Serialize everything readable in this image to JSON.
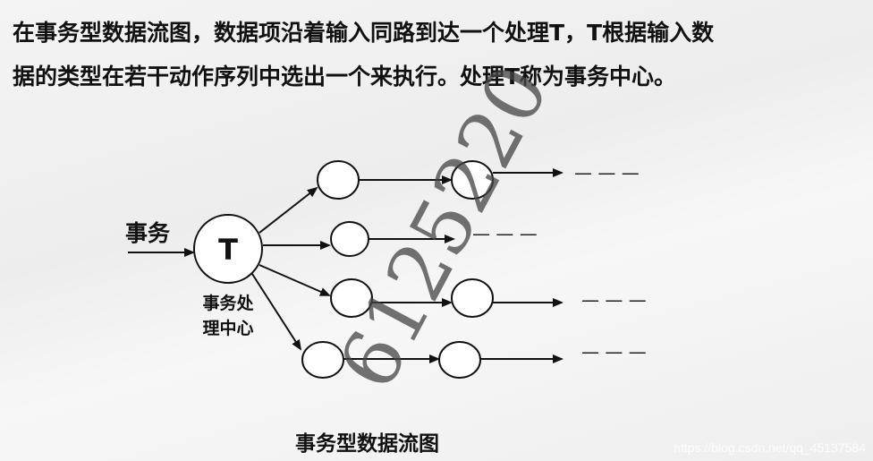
{
  "intro": {
    "line1": "在事务型数据流图，数据项沿着输入同路到达一个处理T，T根据输入数",
    "line2": "据的类型在若干动作序列中选出一个来执行。处理T称为事务中心。"
  },
  "diagram": {
    "input_label": "事务",
    "center_label": "T",
    "center_caption_line1": "事务处",
    "center_caption_line2": "理中心",
    "dash_marker": "— — —"
  },
  "caption": "事务型数据流图",
  "watermark_url": "https://blog.csdn.net/qq_45137584",
  "watermark_number": "6125220",
  "colors": {
    "ink": "#111111",
    "background": "#f2f2f2"
  }
}
